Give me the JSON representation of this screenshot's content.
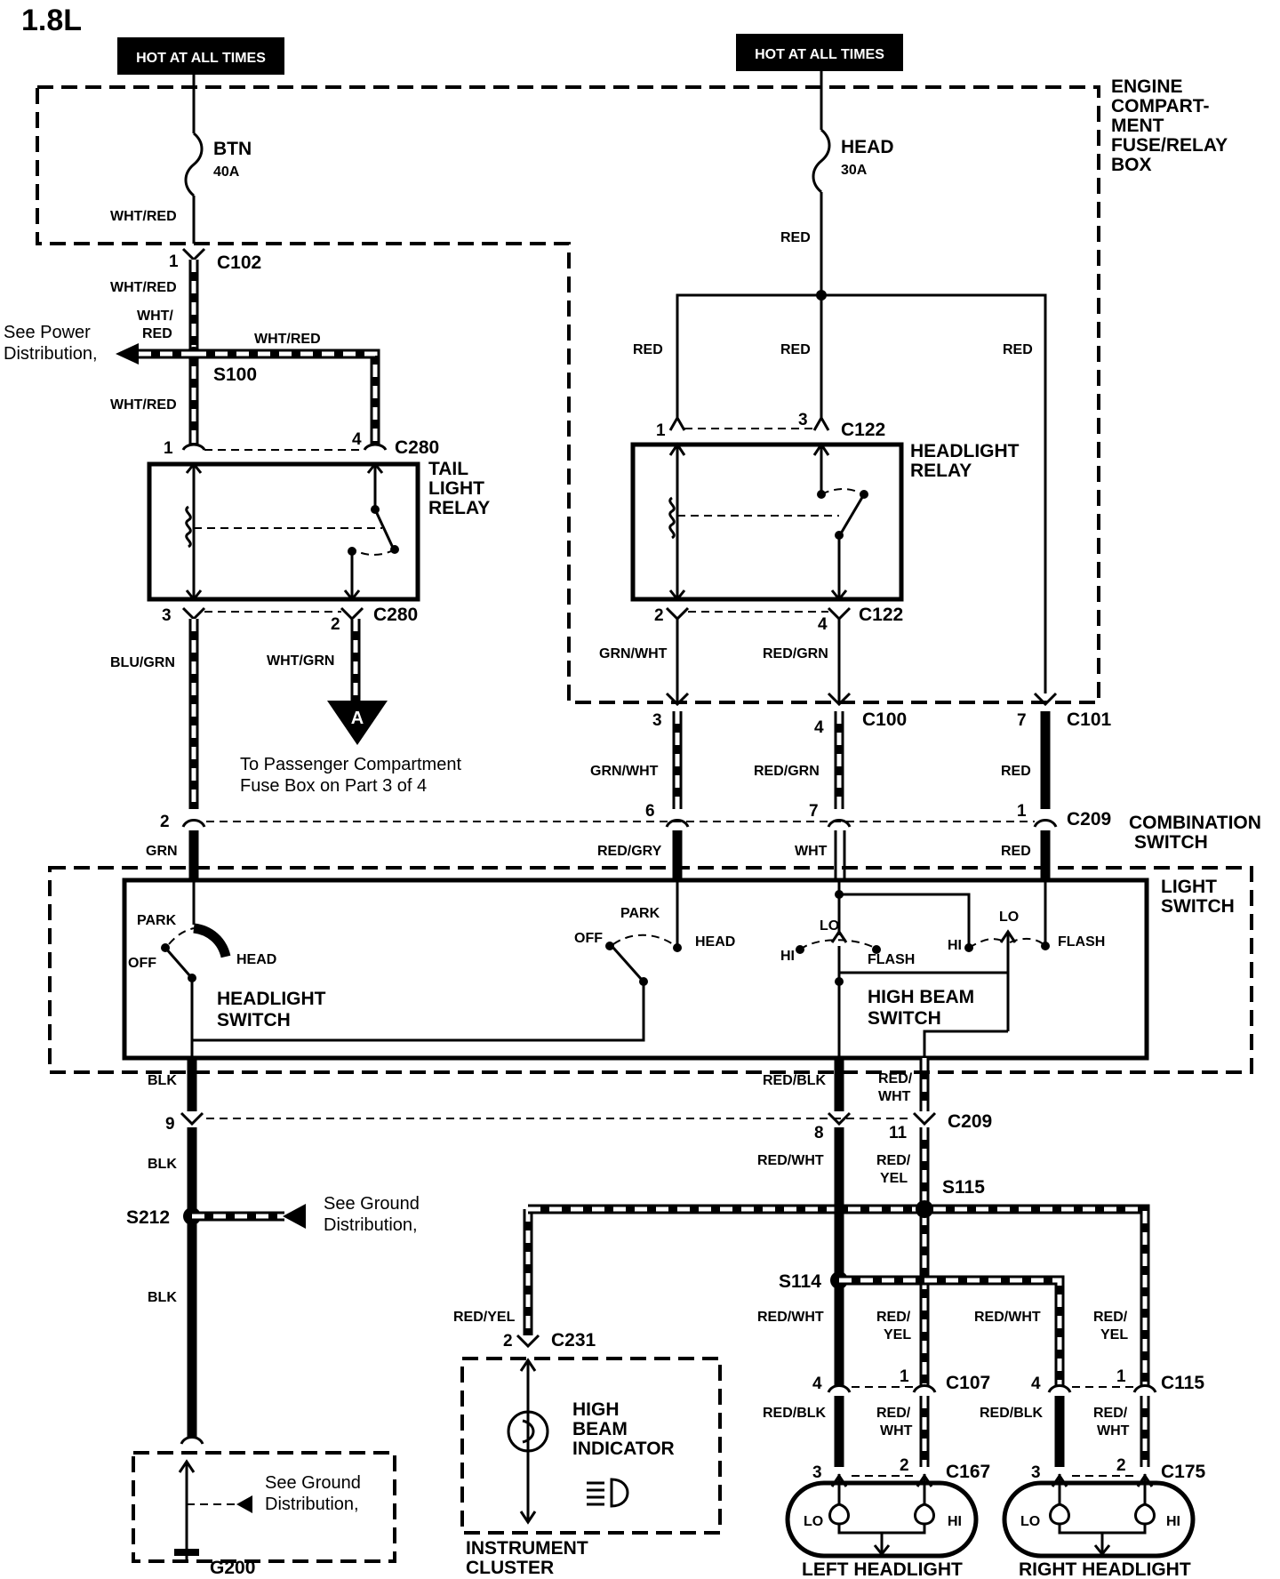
{
  "header": {
    "engine_size": "1.8L"
  },
  "sources": {
    "hot_left": "HOT AT ALL TIMES",
    "hot_right": "HOT AT ALL TIMES"
  },
  "fuse_box": {
    "label_lines": [
      "ENGINE",
      "COMPART-",
      "MENT",
      "FUSE/RELAY",
      "BOX"
    ]
  },
  "fuses": [
    {
      "name": "BTN",
      "rating": "40A"
    },
    {
      "name": "HEAD",
      "rating": "30A"
    }
  ],
  "wire_labels": {
    "wht_red_1": "WHT/RED",
    "wht_red_2": "WHT/RED",
    "wht_red_3a": "WHT/",
    "wht_red_3b": "RED",
    "wht_red_4": "WHT/RED",
    "wht_red_5": "WHT/RED",
    "blu_grn": "BLU/GRN",
    "wht_grn": "WHT/GRN",
    "grn": "GRN",
    "blk_1": "BLK",
    "blk_2": "BLK",
    "blk_3": "BLK",
    "red_1": "RED",
    "red_2": "RED",
    "red_3": "RED",
    "red_4": "RED",
    "red_5": "RED",
    "red_6": "RED",
    "grn_wht_1": "GRN/WHT",
    "grn_wht_2": "GRN/WHT",
    "red_grn_1": "RED/GRN",
    "red_grn_2": "RED/GRN",
    "red_gry": "RED/GRY",
    "wht": "WHT",
    "red_blk_1": "RED/BLK",
    "red_wht_a1": "RED/",
    "red_wht_a2": "WHT",
    "red_wht_1": "RED/WHT",
    "red_yel_a1": "RED/",
    "red_yel_a2": "YEL",
    "red_yel_1": "RED/YEL",
    "red_wht_2": "RED/WHT",
    "red_yel_b1": "RED/",
    "red_yel_b2": "YEL",
    "red_wht_3": "RED/WHT",
    "red_yel_c1": "RED/",
    "red_yel_c2": "YEL",
    "red_blk_2": "RED/BLK",
    "red_wht_b1": "RED/",
    "red_wht_b2": "WHT",
    "red_blk_3": "RED/BLK",
    "red_wht_c1": "RED/",
    "red_wht_c2": "WHT"
  },
  "connectors": {
    "c102": "C102",
    "c280_top": "C280",
    "c280_bot": "C280",
    "c122_top": "C122",
    "c122_bot": "C122",
    "c100": "C100",
    "c101": "C101",
    "c209_top": "C209",
    "c209_bot": "C209",
    "c231": "C231",
    "c107": "C107",
    "c115": "C115",
    "c167": "C167",
    "c175": "C175"
  },
  "splices": {
    "s100": "S100",
    "s212": "S212",
    "s115": "S115",
    "s114": "S114",
    "g200": "G200"
  },
  "pins": {
    "p1_c102": "1",
    "p1_c280": "1",
    "p4_c280": "4",
    "p3_c280": "3",
    "p2_c280": "2",
    "p1_c122": "1",
    "p3_c122": "3",
    "p2_c122": "2",
    "p4_c122": "4",
    "p3_c100": "3",
    "p4_c100": "4",
    "p7_c101": "7",
    "p2_c209": "2",
    "p6_c209": "6",
    "p7_c209": "7",
    "p1_c209": "1",
    "p9_c209": "9",
    "p8_c209": "8",
    "p11_c209": "11",
    "p2_c231": "2",
    "p4_c107": "4",
    "p1_c107": "1",
    "p4_c115": "4",
    "p1_c115": "1",
    "p3_c167": "3",
    "p2_c167": "2",
    "p3_c175": "3",
    "p2_c175": "2"
  },
  "components": {
    "tail_light_relay": [
      "TAIL",
      "LIGHT",
      "RELAY"
    ],
    "headlight_relay": [
      "HEADLIGHT",
      "RELAY"
    ],
    "combination_switch": [
      "COMBINATION",
      "SWITCH"
    ],
    "light_switch": [
      "LIGHT",
      "SWITCH"
    ],
    "headlight_switch": [
      "HEADLIGHT",
      "SWITCH"
    ],
    "high_beam_switch": [
      "HIGH BEAM",
      "SWITCH"
    ],
    "high_beam_indicator": [
      "HIGH",
      "BEAM",
      "INDICATOR"
    ],
    "instrument_cluster": [
      "INSTRUMENT",
      "CLUSTER"
    ],
    "left_headlight": "LEFT HEADLIGHT",
    "right_headlight": "RIGHT HEADLIGHT"
  },
  "switch_positions": {
    "park_l": "PARK",
    "off_l": "OFF",
    "head_l": "HEAD",
    "park_r": "PARK",
    "off_r": "OFF",
    "head_r": "HEAD",
    "lo_1": "LO",
    "hi_1": "HI",
    "flash_1": "FLASH",
    "hi_2": "HI",
    "lo_2": "LO",
    "flash_2": "FLASH",
    "lamp_lo_l": "LO",
    "lamp_hi_l": "HI",
    "lamp_lo_r": "LO",
    "lamp_hi_r": "HI"
  },
  "notes": {
    "power_dist": [
      "See Power",
      "Distribution,"
    ],
    "ground_dist_1": [
      "See Ground",
      "Distribution,"
    ],
    "ground_dist_2": [
      "See Ground",
      "Distribution,"
    ],
    "passenger_fuse": [
      "To Passenger Compartment",
      "Fuse Box  on Part 3 of 4"
    ],
    "ref_a": "A"
  }
}
